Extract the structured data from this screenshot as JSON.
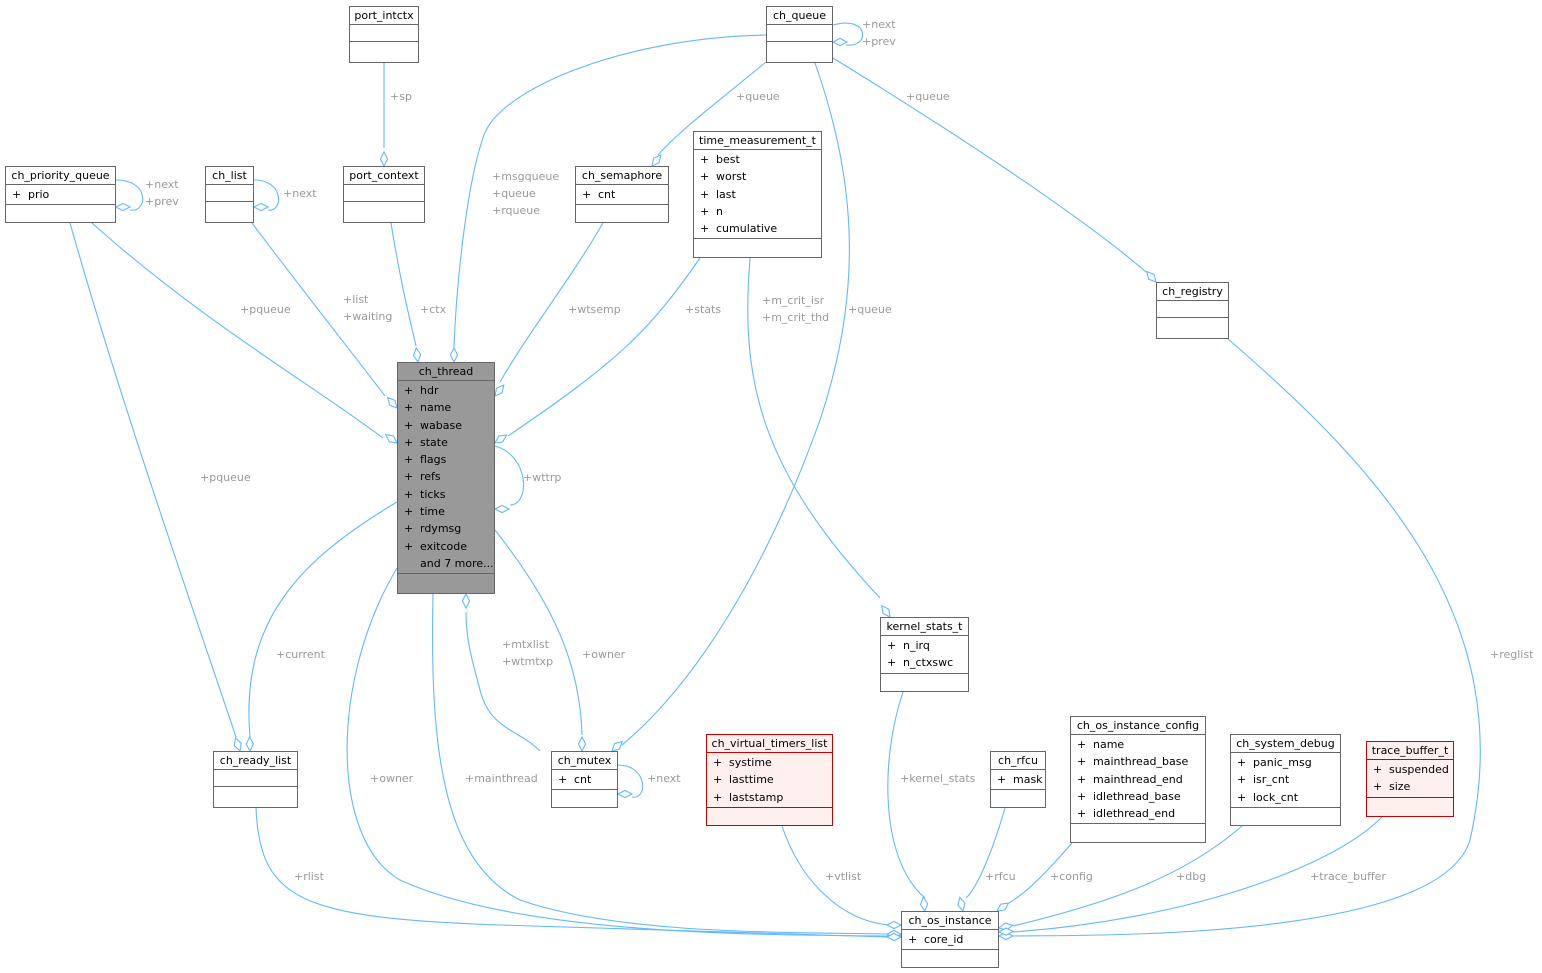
{
  "nodes": {
    "ch_thread": {
      "title": "ch_thread",
      "attrs": [
        "hdr",
        "name",
        "wabase",
        "state",
        "flags",
        "refs",
        "ticks",
        "time",
        "rdymsg",
        "exitcode"
      ],
      "more": "and 7 more..."
    },
    "port_intctx": {
      "title": "port_intctx"
    },
    "port_context": {
      "title": "port_context"
    },
    "ch_queue": {
      "title": "ch_queue"
    },
    "ch_priority_queue": {
      "title": "ch_priority_queue",
      "attrs": [
        "prio"
      ]
    },
    "ch_list": {
      "title": "ch_list"
    },
    "ch_semaphore": {
      "title": "ch_semaphore",
      "attrs": [
        "cnt"
      ]
    },
    "time_measurement_t": {
      "title": "time_measurement_t",
      "attrs": [
        "best",
        "worst",
        "last",
        "n",
        "cumulative"
      ]
    },
    "ch_registry": {
      "title": "ch_registry"
    },
    "kernel_stats_t": {
      "title": "kernel_stats_t",
      "attrs": [
        "n_irq",
        "n_ctxswc"
      ]
    },
    "ch_virtual_timers_list": {
      "title": "ch_virtual_timers_list",
      "attrs": [
        "systime",
        "lasttime",
        "laststamp"
      ]
    },
    "ch_rfcu": {
      "title": "ch_rfcu",
      "attrs": [
        "mask"
      ]
    },
    "ch_os_instance_config": {
      "title": "ch_os_instance_config",
      "attrs": [
        "name",
        "mainthread_base",
        "mainthread_end",
        "idlethread_base",
        "idlethread_end"
      ]
    },
    "ch_system_debug": {
      "title": "ch_system_debug",
      "attrs": [
        "panic_msg",
        "isr_cnt",
        "lock_cnt"
      ]
    },
    "trace_buffer_t": {
      "title": "trace_buffer_t",
      "attrs": [
        "suspended",
        "size"
      ]
    },
    "ch_ready_list": {
      "title": "ch_ready_list"
    },
    "ch_mutex": {
      "title": "ch_mutex",
      "attrs": [
        "cnt"
      ]
    },
    "ch_os_instance": {
      "title": "ch_os_instance",
      "attrs": [
        "core_id"
      ]
    }
  },
  "plus_sign": "+",
  "edge_labels": {
    "queue_self": [
      "+next",
      "+prev"
    ],
    "intctx_sp": [
      "+sp"
    ],
    "pq_self": [
      "+next",
      "+prev"
    ],
    "list_self": [
      "+next"
    ],
    "msgqueue": [
      "+msgqueue",
      "+queue",
      "+rqueue"
    ],
    "sem_queue": [
      "+queue"
    ],
    "reg_queue": [
      "+queue"
    ],
    "pqueue1": [
      "+pqueue"
    ],
    "list_waiting": [
      "+list",
      "+waiting"
    ],
    "ctx": [
      "+ctx"
    ],
    "wtsemp": [
      "+wtsemp"
    ],
    "stats": [
      "+stats"
    ],
    "m_crit": [
      "+m_crit_isr",
      "+m_crit_thd"
    ],
    "mutex_queue": [
      "+queue"
    ],
    "wttrp": [
      "+wttrp"
    ],
    "pqueue2": [
      "+pqueue"
    ],
    "current": [
      "+current"
    ],
    "mtxlist": [
      "+mtxlist",
      "+wtmtxp"
    ],
    "mutex_owner": [
      "+owner"
    ],
    "reglist": [
      "+reglist"
    ],
    "mutex_self": [
      "+next"
    ],
    "os_owner": [
      "+owner"
    ],
    "mainthread": [
      "+mainthread"
    ],
    "kernel_stats": [
      "+kernel_stats"
    ],
    "rlist": [
      "+rlist"
    ],
    "vtlist": [
      "+vtlist"
    ],
    "rfcu": [
      "+rfcu"
    ],
    "config": [
      "+config"
    ],
    "dbg": [
      "+dbg"
    ],
    "trace_buffer": [
      "+trace_buffer"
    ]
  }
}
